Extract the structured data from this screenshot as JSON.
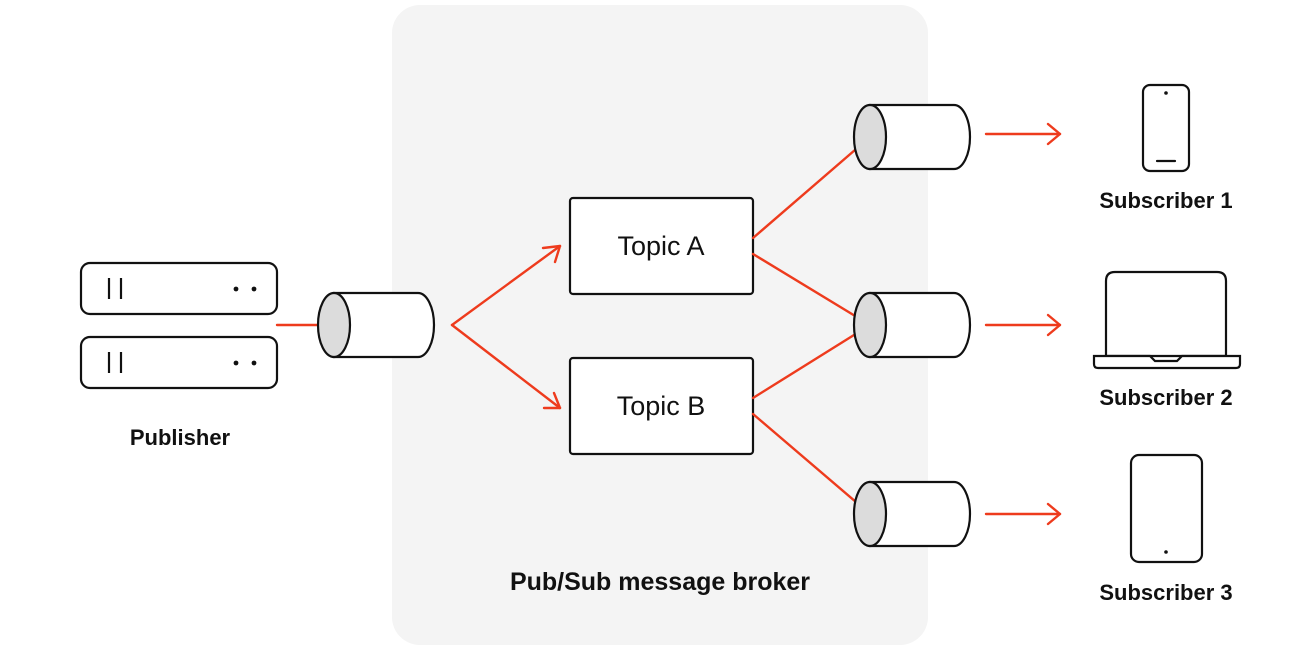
{
  "publisher": {
    "label": "Publisher",
    "icon": "server-icon"
  },
  "broker": {
    "label": "Pub/Sub message broker"
  },
  "topics": [
    {
      "label": "Topic A"
    },
    {
      "label": "Topic B"
    }
  ],
  "subscribers": [
    {
      "label": "Subscriber 1",
      "icon": "phone-icon"
    },
    {
      "label": "Subscriber 2",
      "icon": "laptop-icon"
    },
    {
      "label": "Subscriber 3",
      "icon": "tablet-icon"
    }
  ],
  "colors": {
    "arrow": "#ee3b1d",
    "broker_background": "#f4f4f4",
    "queue_cap": "#dcdcdc",
    "outline": "#111111"
  }
}
